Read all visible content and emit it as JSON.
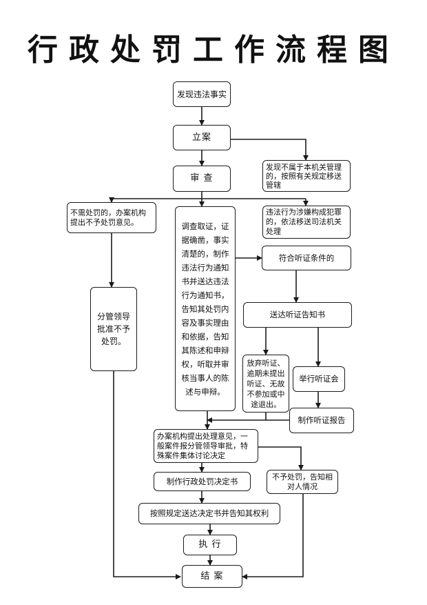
{
  "title": "行政处罚工作流程图",
  "nodes": {
    "discover": "发现违法事实",
    "register": "立案",
    "review": "审 查",
    "not_jurisdiction": "发现不属于本机关管理的，按照有关规定移送管辖",
    "no_penalty_needed": "不需处罚的，办案机构提出不予处罚意见。",
    "investigate": "调查取证，证据确凿，事实清楚的，制作违法行为通知书并送达违法行为通知书，告知其处罚内容及事实理由和依据，告知其陈述和申辩权，听取并审核当事人的陈述与申辩。",
    "criminal": "违法行为涉嫌构成犯罪的，依法移送司法机关处理",
    "hearing_conditions": "符合听证条件的",
    "hearing_notice": "送达听证告知书",
    "leader_no_penalty": "分管领导批准不予处罚。",
    "waive_hearing": "放弃听证、逾期未提出听证、无故不参加或中途退出。",
    "hold_hearing": "举行听证会",
    "hearing_report": "制作听证报告",
    "opinion": "办案机构提出处理意见，一般案件报分管领导审批，特殊案件集体讨论决定",
    "decision": "制作行政处罚决定书",
    "inform_no_penalty": "不予处罚，告知相对人情况",
    "deliver": "按照规定送达决定书并告知其权利",
    "execute": "执 行",
    "close": "结 案"
  }
}
